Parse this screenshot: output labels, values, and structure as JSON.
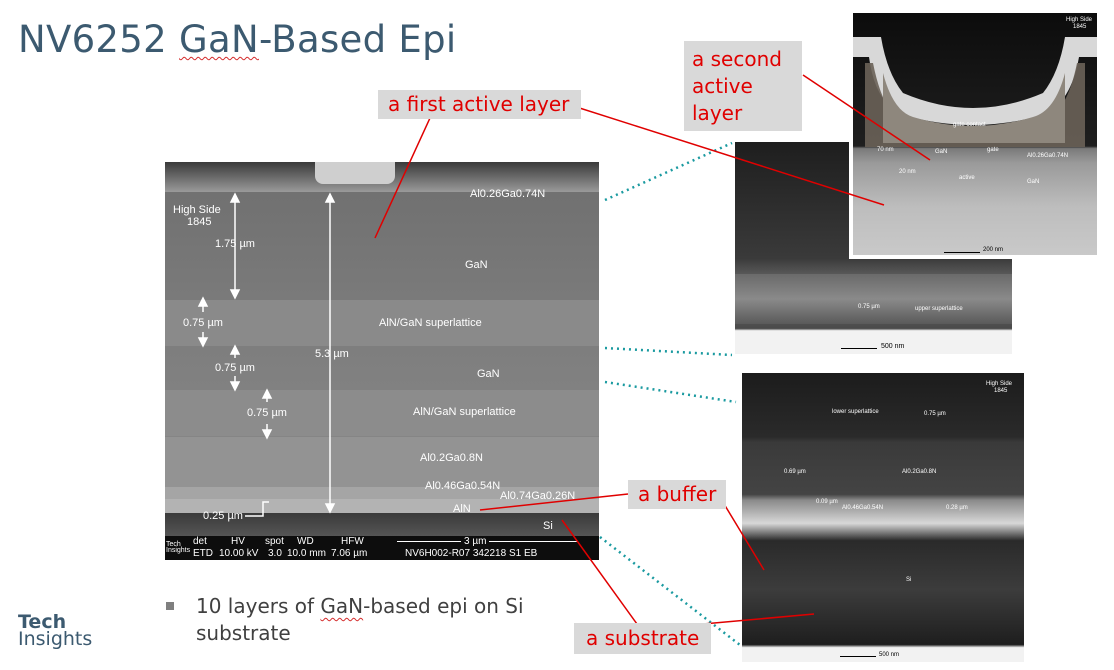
{
  "title": {
    "part1": "NV6252 ",
    "squiggled": "GaN",
    "part2": "-Based Epi"
  },
  "callouts": {
    "first_active": "a first active layer",
    "second_active": "a second active layer",
    "buffer": "a buffer",
    "substrate": "a substrate"
  },
  "sem_main": {
    "high_side": "High Side",
    "sample_id": "1845",
    "top_layer": "Al0.26Ga0.74N",
    "dim_1": "1.75 µm",
    "dim_2": "0.75 µm",
    "dim_3": "0.75 µm",
    "dim_4": "0.75 µm",
    "dim_5": "0.25 µm",
    "total": "5.3 µm",
    "layer_gan_1": "GaN",
    "layer_sl_1": "AlN/GaN superlattice",
    "layer_gan_2": "GaN",
    "layer_sl_2": "AlN/GaN superlattice",
    "layer_algan_1": "Al0.2Ga0.8N",
    "layer_algan_2": "Al0.46Ga0.54N",
    "layer_algan_3": "Al0.74Ga0.26N",
    "layer_aln": "AlN",
    "layer_si": "Si",
    "infobar": {
      "brand": "Tech Insights",
      "det_h": "det",
      "det_v": "ETD",
      "hv_h": "HV",
      "hv_v": "10.00 kV",
      "spot_h": "spot",
      "spot_v": "3.0",
      "wd_h": "WD",
      "wd_v": "10.0 mm",
      "hfw_h": "HFW",
      "hfw_v": "7.06 µm",
      "scale": "3 µm",
      "image_id": "NV6H002-R07 342218 S1 EB"
    }
  },
  "tem_top": {
    "high_side": "High Side",
    "sample_id": "1845",
    "gate_contact": "gate contact",
    "algan": "Al0.26Ga0.74N",
    "dim_a": "70 nm",
    "dim_b": "20 nm",
    "active": "active",
    "gan_a": "GaN",
    "gan_b": "GaN",
    "gate": "gate",
    "scale": "200 nm"
  },
  "tem_mid": {
    "dim": "0.75 µm",
    "label": "upper superlattice",
    "scale": "500 nm"
  },
  "tem_bottom": {
    "high_side": "High Side",
    "sample_id": "1845",
    "lower_sl": "lower superlattice",
    "dim_sl": "0.75 µm",
    "dim_a": "0.69 µm",
    "algan_a": "Al0.2Ga0.8N",
    "dim_b": "0.09 µm",
    "algan_b": "Al0.46Ga0.54N",
    "dim_c": "0.28 µm",
    "si": "Si",
    "scale": "500 nm"
  },
  "bullet": {
    "pre": "10 layers of ",
    "squiggled": "GaN",
    "post": "-based epi on Si substrate"
  },
  "logo": {
    "line1": "Tech",
    "line2": "Insights"
  },
  "colors": {
    "title": "#3c5a70",
    "callout_text": "#e00000",
    "callout_bg": "#d9d9d9",
    "leader": "#e00000",
    "dotted": "#1a9aa0"
  }
}
